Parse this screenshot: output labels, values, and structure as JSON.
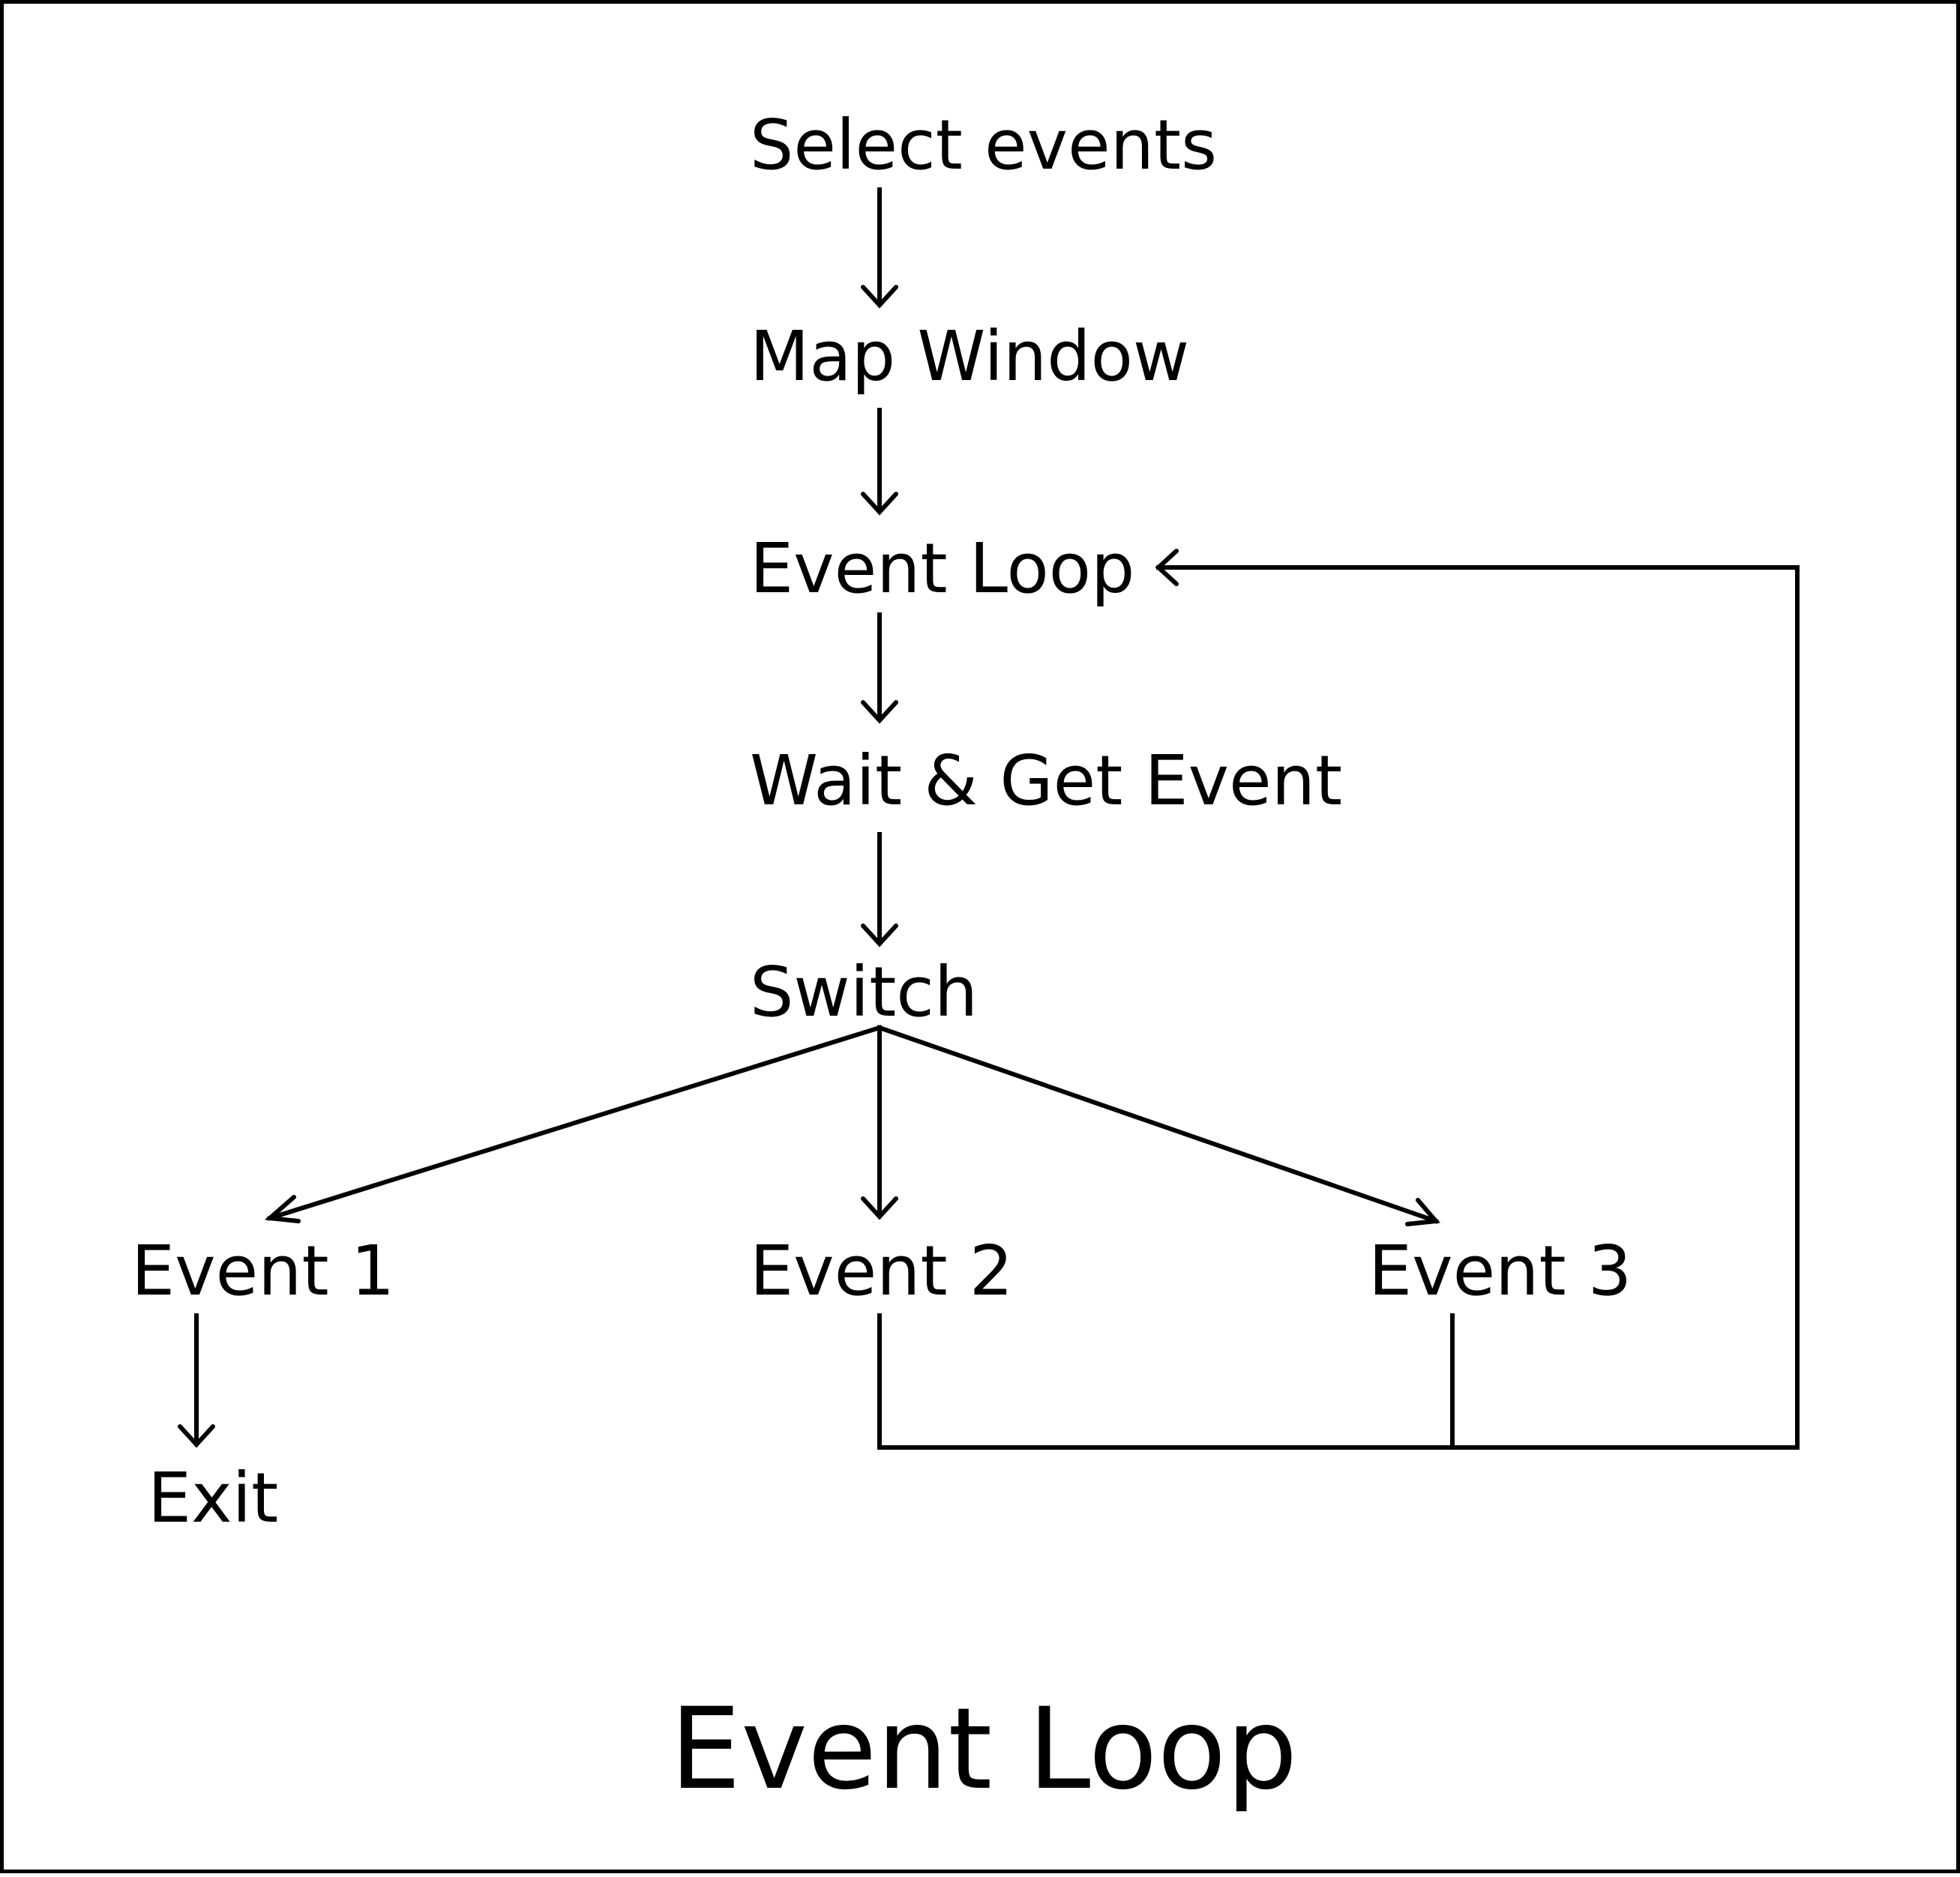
{
  "diagram": {
    "nodes": {
      "select_events": "Select events",
      "map_window": "Map Window",
      "event_loop": "Event Loop",
      "wait_get_event": "Wait & Get Event",
      "switch": "Switch",
      "event_1": "Event 1",
      "event_2": "Event 2",
      "event_3": "Event 3",
      "exit": "Exit"
    },
    "caption": "Event Loop",
    "edges": [
      {
        "from": "select_events",
        "to": "map_window"
      },
      {
        "from": "map_window",
        "to": "event_loop"
      },
      {
        "from": "event_loop",
        "to": "wait_get_event"
      },
      {
        "from": "wait_get_event",
        "to": "switch"
      },
      {
        "from": "switch",
        "to": "event_1"
      },
      {
        "from": "switch",
        "to": "event_2"
      },
      {
        "from": "switch",
        "to": "event_3"
      },
      {
        "from": "event_1",
        "to": "exit"
      },
      {
        "from": "event_2",
        "to": "event_loop"
      },
      {
        "from": "event_3",
        "to": "event_loop"
      }
    ],
    "line_color": "#000000",
    "background_color": "#ffffff"
  }
}
